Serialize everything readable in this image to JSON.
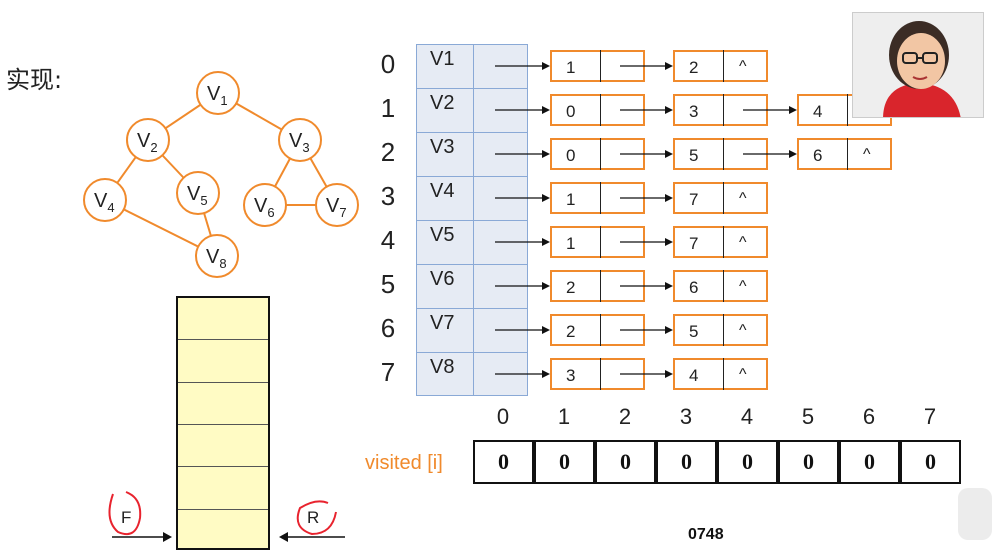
{
  "heading": "实现:",
  "graph": {
    "nodes": [
      {
        "id": "v1",
        "base": "V",
        "sub": "1"
      },
      {
        "id": "v2",
        "base": "V",
        "sub": "2"
      },
      {
        "id": "v3",
        "base": "V",
        "sub": "3"
      },
      {
        "id": "v4",
        "base": "V",
        "sub": "4"
      },
      {
        "id": "v5",
        "base": "V",
        "sub": "5"
      },
      {
        "id": "v6",
        "base": "V",
        "sub": "6"
      },
      {
        "id": "v7",
        "base": "V",
        "sub": "7"
      },
      {
        "id": "v8",
        "base": "V",
        "sub": "8"
      }
    ],
    "edges": [
      [
        "v1",
        "v2"
      ],
      [
        "v1",
        "v3"
      ],
      [
        "v2",
        "v4"
      ],
      [
        "v2",
        "v5"
      ],
      [
        "v3",
        "v6"
      ],
      [
        "v3",
        "v7"
      ],
      [
        "v4",
        "v8"
      ],
      [
        "v5",
        "v8"
      ],
      [
        "v6",
        "v7"
      ]
    ]
  },
  "adjacency": {
    "rows": [
      {
        "index": "0",
        "vertex": "V1",
        "neighbors": [
          "1",
          "2"
        ]
      },
      {
        "index": "1",
        "vertex": "V2",
        "neighbors": [
          "0",
          "3",
          "4"
        ]
      },
      {
        "index": "2",
        "vertex": "V3",
        "neighbors": [
          "0",
          "5",
          "6"
        ]
      },
      {
        "index": "3",
        "vertex": "V4",
        "neighbors": [
          "1",
          "7"
        ]
      },
      {
        "index": "4",
        "vertex": "V5",
        "neighbors": [
          "1",
          "7"
        ]
      },
      {
        "index": "5",
        "vertex": "V6",
        "neighbors": [
          "2",
          "6"
        ]
      },
      {
        "index": "6",
        "vertex": "V7",
        "neighbors": [
          "2",
          "5"
        ]
      },
      {
        "index": "7",
        "vertex": "V8",
        "neighbors": [
          "3",
          "4"
        ]
      }
    ],
    "null_symbol": "^"
  },
  "visited": {
    "label": "visited [i]",
    "indices": [
      "0",
      "1",
      "2",
      "3",
      "4",
      "5",
      "6",
      "7"
    ],
    "values": [
      "0",
      "0",
      "0",
      "0",
      "0",
      "0",
      "0",
      "0"
    ]
  },
  "queue": {
    "front_label": "F",
    "rear_label": "R",
    "slots": 6
  },
  "page_number": "0748",
  "colors": {
    "accent": "#f08a2c",
    "adj_fill": "#e6ebf4",
    "adj_border": "#8aa9d6",
    "queue_fill": "#fffbc4",
    "annotation_red": "#e8232e"
  }
}
